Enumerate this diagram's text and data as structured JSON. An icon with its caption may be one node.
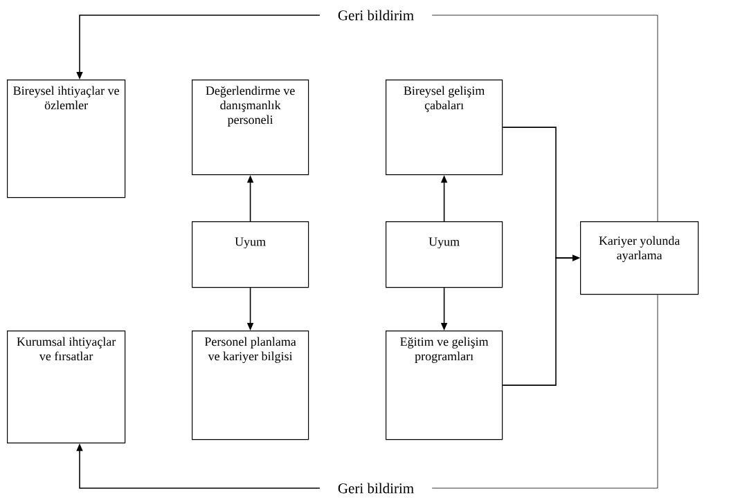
{
  "diagram": {
    "nodes": [
      {
        "text": [
          "Bireysel ihtiyaçlar ve özlemler"
        ]
      },
      {
        "text": [
          "Değerlendirme ve danışmanlık personeli"
        ]
      },
      {
        "text": [
          "Bireysel gelişim çabaları"
        ]
      },
      {
        "text": [
          "Uyum"
        ]
      },
      {
        "text": [
          "Uyum"
        ]
      },
      {
        "text": [
          "Kariyer yolunda ayarlama"
        ]
      },
      {
        "text": [
          "Kurumsal ihtiyaçlar ve fırsatlar"
        ]
      },
      {
        "text": [
          "Personel planlama ve kariyer bilgisi"
        ]
      },
      {
        "text": [
          "Eğitim ve gelişim programları"
        ]
      },
      {
        "text": [
          "Geri bildirim"
        ]
      },
      {
        "text": [
          "Geri bildirim"
        ]
      }
    ],
    "edges": [
      {
        "from": 3,
        "to": 1,
        "arrow": "to"
      },
      {
        "from": 3,
        "to": 7,
        "arrow": "to"
      },
      {
        "from": 4,
        "to": 2,
        "arrow": "to"
      },
      {
        "from": 4,
        "to": 8,
        "arrow": "to"
      },
      {
        "from": 2,
        "to": 5,
        "arrow": "to"
      },
      {
        "from": 8,
        "to": 5,
        "arrow": "to"
      },
      {
        "from": 5,
        "to": 9,
        "arrow": "none"
      },
      {
        "from": 9,
        "to": 0,
        "arrow": "to"
      },
      {
        "from": 5,
        "to": 10,
        "arrow": "none"
      },
      {
        "from": 10,
        "to": 6,
        "arrow": "to"
      }
    ]
  }
}
